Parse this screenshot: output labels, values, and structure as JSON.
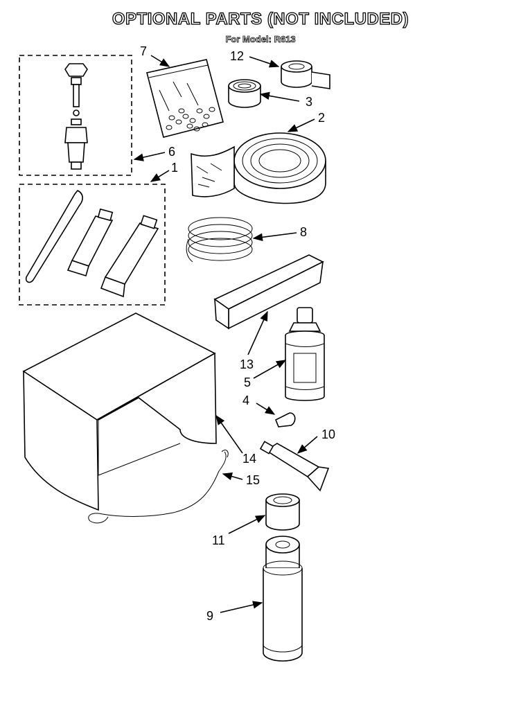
{
  "header": {
    "title": "OPTIONAL PARTS (NOT INCLUDED)",
    "subtitle": "For Model: R613"
  },
  "callouts": [
    {
      "id": "c1",
      "label": "1"
    },
    {
      "id": "c2",
      "label": "2"
    },
    {
      "id": "c3",
      "label": "3"
    },
    {
      "id": "c4",
      "label": "4"
    },
    {
      "id": "c5",
      "label": "5"
    },
    {
      "id": "c6",
      "label": "6"
    },
    {
      "id": "c7",
      "label": "7"
    },
    {
      "id": "c8",
      "label": "8"
    },
    {
      "id": "c9",
      "label": "9"
    },
    {
      "id": "c10",
      "label": "10"
    },
    {
      "id": "c11",
      "label": "11"
    },
    {
      "id": "c12",
      "label": "12"
    },
    {
      "id": "c13",
      "label": "13"
    },
    {
      "id": "c14",
      "label": "14"
    },
    {
      "id": "c15",
      "label": "15"
    }
  ]
}
